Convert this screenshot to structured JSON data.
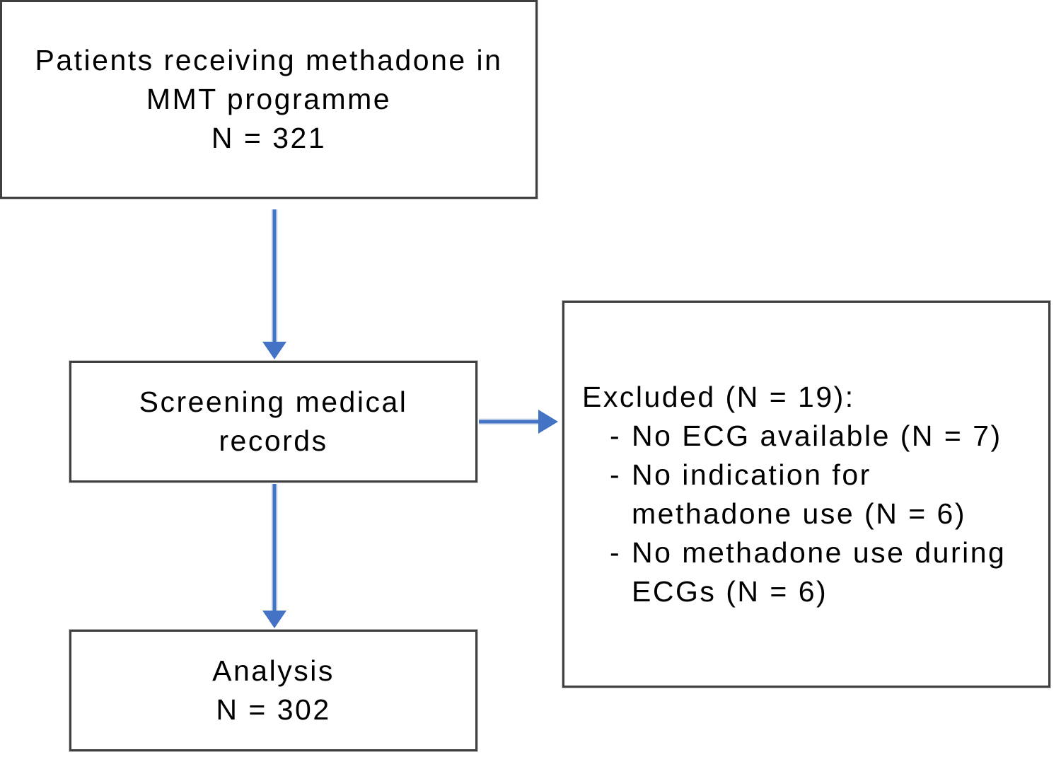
{
  "diagram": {
    "nodes": {
      "mmt": {
        "lines": [
          "Patients receiving methadone in",
          "MMT programme",
          "N = 321"
        ]
      },
      "screening": {
        "lines": [
          "Screening medical",
          "records"
        ]
      },
      "analysis": {
        "lines": [
          "Analysis",
          "N = 302"
        ]
      },
      "excluded": {
        "heading": "Excluded (N = 19):",
        "bullets": [
          {
            "marker": "-",
            "lines": [
              "No ECG available (N = 7)"
            ]
          },
          {
            "marker": "-",
            "lines": [
              "No indication for",
              "methadone use (N = 6)"
            ]
          },
          {
            "marker": "-",
            "lines": [
              "No methadone use during",
              "ECGs (N = 6)"
            ]
          }
        ]
      }
    },
    "colors": {
      "arrow": "#4472c4",
      "arrow_halo": "#b5c7e7",
      "border": "#3f3f3f",
      "background": "#ffffff",
      "text": "#000000"
    }
  }
}
